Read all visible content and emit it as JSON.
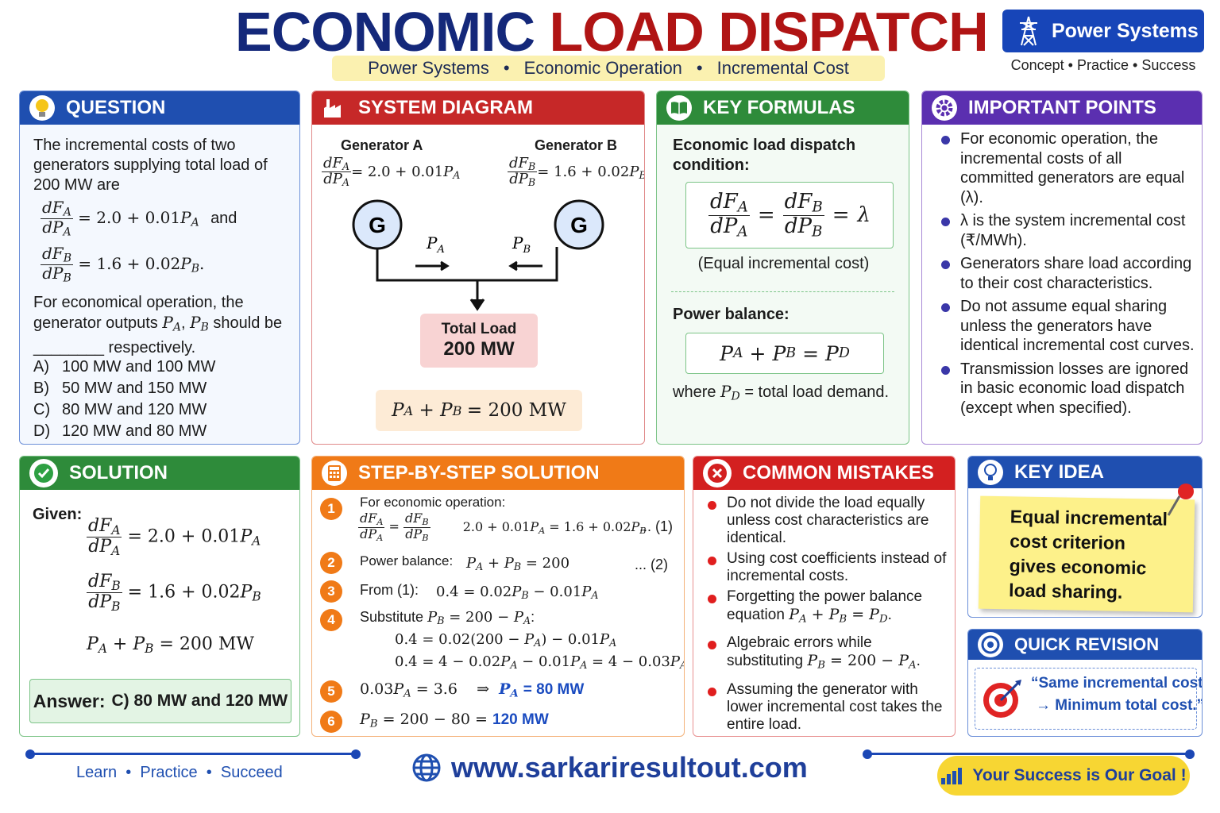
{
  "header": {
    "title_part1": "ECONOMIC",
    "title_part2": "LOAD DISPATCH",
    "tags": [
      "Power Systems",
      "Economic Operation",
      "Incremental Cost"
    ],
    "badge": "Power Systems",
    "tagline": [
      "Concept",
      "Practice",
      "Success"
    ]
  },
  "question": {
    "heading": "QUESTION",
    "intro": "The incremental costs of two generators supplying total load of 200 MW are",
    "eq_a": "= 2.0 + 0.01",
    "and": "and",
    "eq_b": "= 1.6 + 0.02",
    "para_start": "For economical operation, the generator outputs",
    "should": "should",
    "be": "be ________ respectively.",
    "options": [
      {
        "letter": "A)",
        "text": "100 MW and 100 MW"
      },
      {
        "letter": "B)",
        "text": "50 MW and 150 MW"
      },
      {
        "letter": "C)",
        "text": "80 MW and 120 MW"
      },
      {
        "letter": "D)",
        "text": "120 MW and 80 MW"
      }
    ]
  },
  "diagram": {
    "heading": "SYSTEM DIAGRAM",
    "gen_a": "Generator A",
    "gen_b": "Generator B",
    "eq_a": "= 2.0 + 0.01",
    "eq_b": "= 1.6 + 0.02",
    "g": "G",
    "load_label": "Total Load",
    "load_value": "200 MW",
    "sum_eq": "= 200 MW"
  },
  "formulas": {
    "heading": "KEY FORMULAS",
    "cond_title": "Economic load dispatch condition:",
    "lambda": "λ",
    "equal_note": "(Equal incremental cost)",
    "balance_title": "Power balance:",
    "where": "where",
    "where_rest": "= total load demand."
  },
  "points": {
    "heading": "IMPORTANT POINTS",
    "items": [
      "For economic operation, the incremental costs of all committed generators are equal (λ).",
      "λ is the system incremental cost (₹/MWh).",
      "Generators share load according to their cost characteristics.",
      "Do not assume equal sharing unless the generators have identical incremental cost curves.",
      "Transmission losses are ignored in basic economic load dispatch (except when specified)."
    ]
  },
  "solution": {
    "heading": "SOLUTION",
    "given": "Given:",
    "eq_a": "= 2.0 + 0.01",
    "eq_b": "= 1.6 + 0.02",
    "sum": "= 200 MW",
    "answer_label": "Answer:",
    "answer_value": "C) 80 MW and 120 MW"
  },
  "steps": {
    "heading": "STEP-BY-STEP SOLUTION",
    "s1_label": "For economic operation:",
    "s1_tag": "... (1)",
    "s2_label": "Power balance:",
    "s2_tag": "... (2)",
    "s3_label": "From (1):",
    "s4_label": "Substitute",
    "s5_result": "= 80 MW",
    "s6_result": "120 MW",
    "numbers": [
      "1",
      "2",
      "3",
      "4",
      "5",
      "6"
    ]
  },
  "mistakes": {
    "heading": "COMMON MISTAKES",
    "m1": "Do not divide the load equally unless cost characteristics are identical.",
    "m2": "Using cost coefficients instead of incremental costs.",
    "m3": "Forgetting the power balance equation",
    "m4": "Algebraic errors while substituting",
    "m5": "Assuming the generator with lower incremental cost takes the entire load."
  },
  "keyidea": {
    "heading": "KEY IDEA",
    "note": "Equal incremental cost criterion gives economic load sharing."
  },
  "revision": {
    "heading": "QUICK REVISION",
    "line1": "“Same incremental cost",
    "line2": "→ Minimum total cost.”"
  },
  "footer": {
    "left": [
      "Learn",
      "Practice",
      "Succeed"
    ],
    "url": "www.sarkariresultout.com",
    "goal": "Your Success is Our Goal !"
  },
  "colors": {
    "question": "#1f4fb0",
    "diagram": "#c62828",
    "formulas": "#2e8b3a",
    "points": "#5b2fb0",
    "solution": "#2e8b3a",
    "steps": "#f07a17",
    "mistakes": "#d32020",
    "keyidea": "#1f4fb0"
  }
}
